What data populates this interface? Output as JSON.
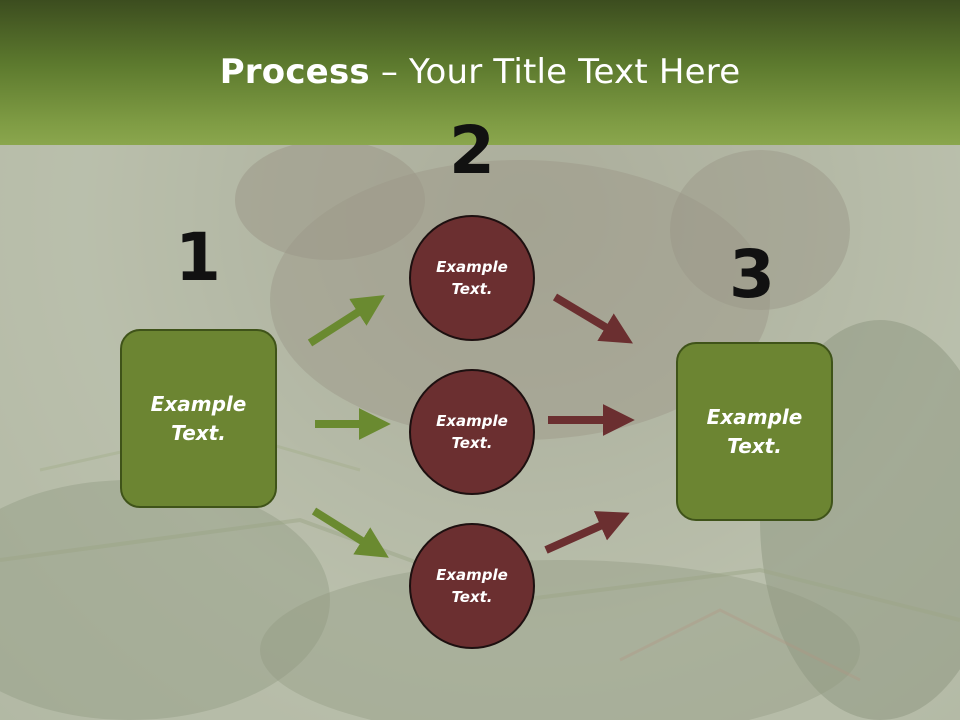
{
  "slide": {
    "title_bold": "Process",
    "title_rest": " – Your Title Text Here"
  },
  "steps": {
    "one": {
      "number": "1",
      "text": "Example\nText."
    },
    "two": {
      "number": "2",
      "circles": [
        {
          "text": "Example\nText."
        },
        {
          "text": "Example\nText."
        },
        {
          "text": "Example\nText."
        }
      ]
    },
    "three": {
      "number": "3",
      "text": "Example\nText."
    }
  },
  "colors": {
    "header_green": "#7f9c44",
    "box_green": "#6c8532",
    "circle_maroon": "#6b2f30",
    "arrow_green": "#6a8a30",
    "arrow_maroon": "#6b2f30"
  }
}
